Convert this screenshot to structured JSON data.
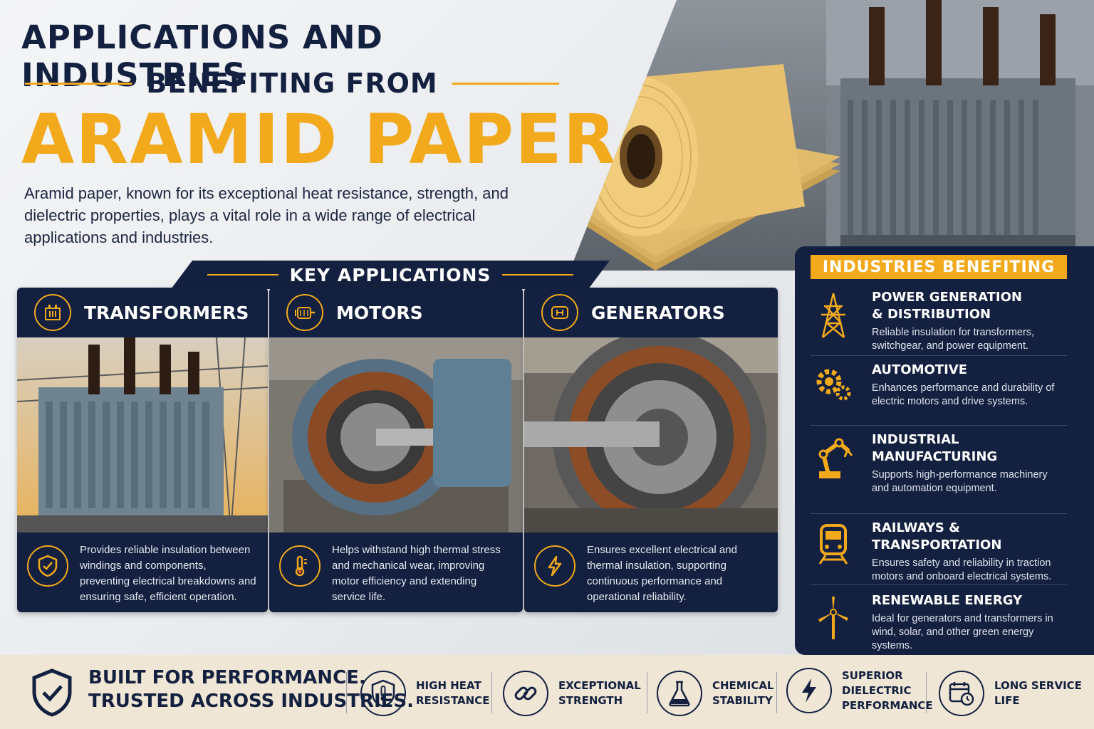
{
  "header": {
    "line1": "APPLICATIONS AND INDUSTRIES",
    "line2": "BENEFITING FROM",
    "line3": "ARAMID PAPER",
    "intro": "Aramid paper, known for its exceptional heat resistance, strength, and dielectric properties, plays a vital role in a wide range of electrical applications and industries."
  },
  "key_applications": {
    "label": "KEY APPLICATIONS",
    "cards": [
      {
        "title": "TRANSFORMERS",
        "icon": "transformer-icon",
        "desc_icon": "shield-check-icon",
        "desc": "Provides reliable insulation between windings and components, preventing electrical breakdowns and ensuring safe, efficient operation."
      },
      {
        "title": "MOTORS",
        "icon": "motor-icon",
        "desc_icon": "thermometer-icon",
        "desc": "Helps withstand high thermal stress and mechanical wear, improving motor efficiency and extending service life."
      },
      {
        "title": "GENERATORS",
        "icon": "generator-icon",
        "desc_icon": "lightning-icon",
        "desc": "Ensures excellent electrical and thermal insulation, supporting continuous performance and operational reliability."
      }
    ]
  },
  "industries": {
    "label": "INDUSTRIES BENEFITING",
    "items": [
      {
        "title_a": "POWER GENERATION",
        "title_b": "& DISTRIBUTION",
        "icon": "power-tower-icon",
        "desc": "Reliable insulation for transformers, switchgear, and power equipment."
      },
      {
        "title_a": "AUTOMOTIVE",
        "title_b": "",
        "icon": "gears-icon",
        "desc": "Enhances performance and durability of electric motors and drive systems."
      },
      {
        "title_a": "INDUSTRIAL",
        "title_b": "MANUFACTURING",
        "icon": "robot-arm-icon",
        "desc": "Supports high-performance machinery and automation equipment."
      },
      {
        "title_a": "RAILWAYS & TRANSPORTATION",
        "title_b": "",
        "icon": "train-icon",
        "desc": "Ensures safety and reliability in traction motors and onboard electrical systems."
      },
      {
        "title_a": "RENEWABLE ENERGY",
        "title_b": "",
        "icon": "wind-turbine-icon",
        "desc": "Ideal for generators and transformers in wind, solar, and other green energy systems."
      }
    ]
  },
  "bottom": {
    "tagline_a": "BUILT FOR PERFORMANCE.",
    "tagline_b": "TRUSTED ACROSS INDUSTRIES.",
    "features": [
      {
        "a": "HIGH HEAT",
        "b": "RESISTANCE",
        "c": "",
        "icon": "thermometer-shield-icon"
      },
      {
        "a": "EXCEPTIONAL",
        "b": "STRENGTH",
        "c": "",
        "icon": "chain-link-icon"
      },
      {
        "a": "CHEMICAL",
        "b": "STABILITY",
        "c": "",
        "icon": "flask-icon"
      },
      {
        "a": "SUPERIOR",
        "b": "DIELECTRIC",
        "c": "PERFORMANCE",
        "icon": "bolt-icon"
      },
      {
        "a": "LONG SERVICE",
        "b": "LIFE",
        "c": "",
        "icon": "calendar-clock-icon"
      }
    ]
  },
  "colors": {
    "navy": "#13203f",
    "gold": "#f2a91c",
    "cream": "#efe6d5"
  }
}
